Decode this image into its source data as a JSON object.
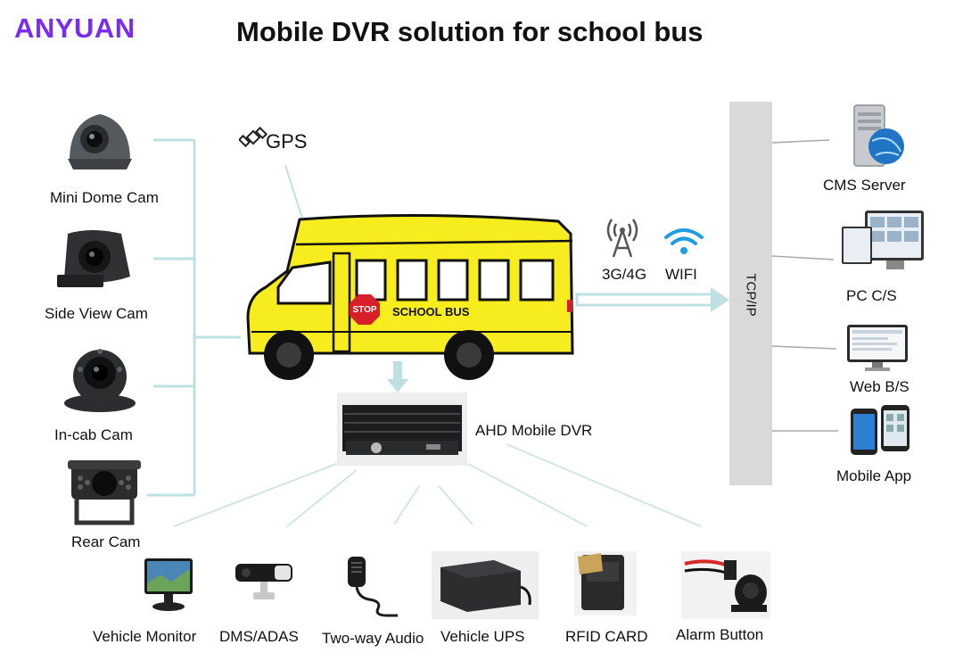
{
  "brand": "ANYUAN",
  "title": "Mobile DVR solution for school bus",
  "gps_label": "GPS",
  "bus": {
    "stop_sign": "STOP",
    "text": "SCHOOL BUS"
  },
  "cameras": [
    {
      "label": "Mini Dome Cam"
    },
    {
      "label": "Side View Cam"
    },
    {
      "label": "In-cab Cam"
    },
    {
      "label": "Rear Cam"
    }
  ],
  "dvr_label": "AHD Mobile DVR",
  "network": {
    "cellular": "3G/4G",
    "wifi": "WIFI",
    "backbone": "TCP/IP"
  },
  "clients": [
    {
      "label": "CMS Server"
    },
    {
      "label": "PC C/S"
    },
    {
      "label": "Web B/S"
    },
    {
      "label": "Mobile App"
    }
  ],
  "peripherals": [
    {
      "label": "Vehicle Monitor"
    },
    {
      "label": "DMS/ADAS"
    },
    {
      "label": "Two-way Audio"
    },
    {
      "label": "Vehicle UPS"
    },
    {
      "label": "RFID CARD"
    },
    {
      "label": "Alarm Button"
    }
  ],
  "colors": {
    "brand": "#7a2cf0",
    "bus": "#f7ec1e",
    "connector": "#bfe0e2",
    "backbone": "#d9d9d9"
  }
}
